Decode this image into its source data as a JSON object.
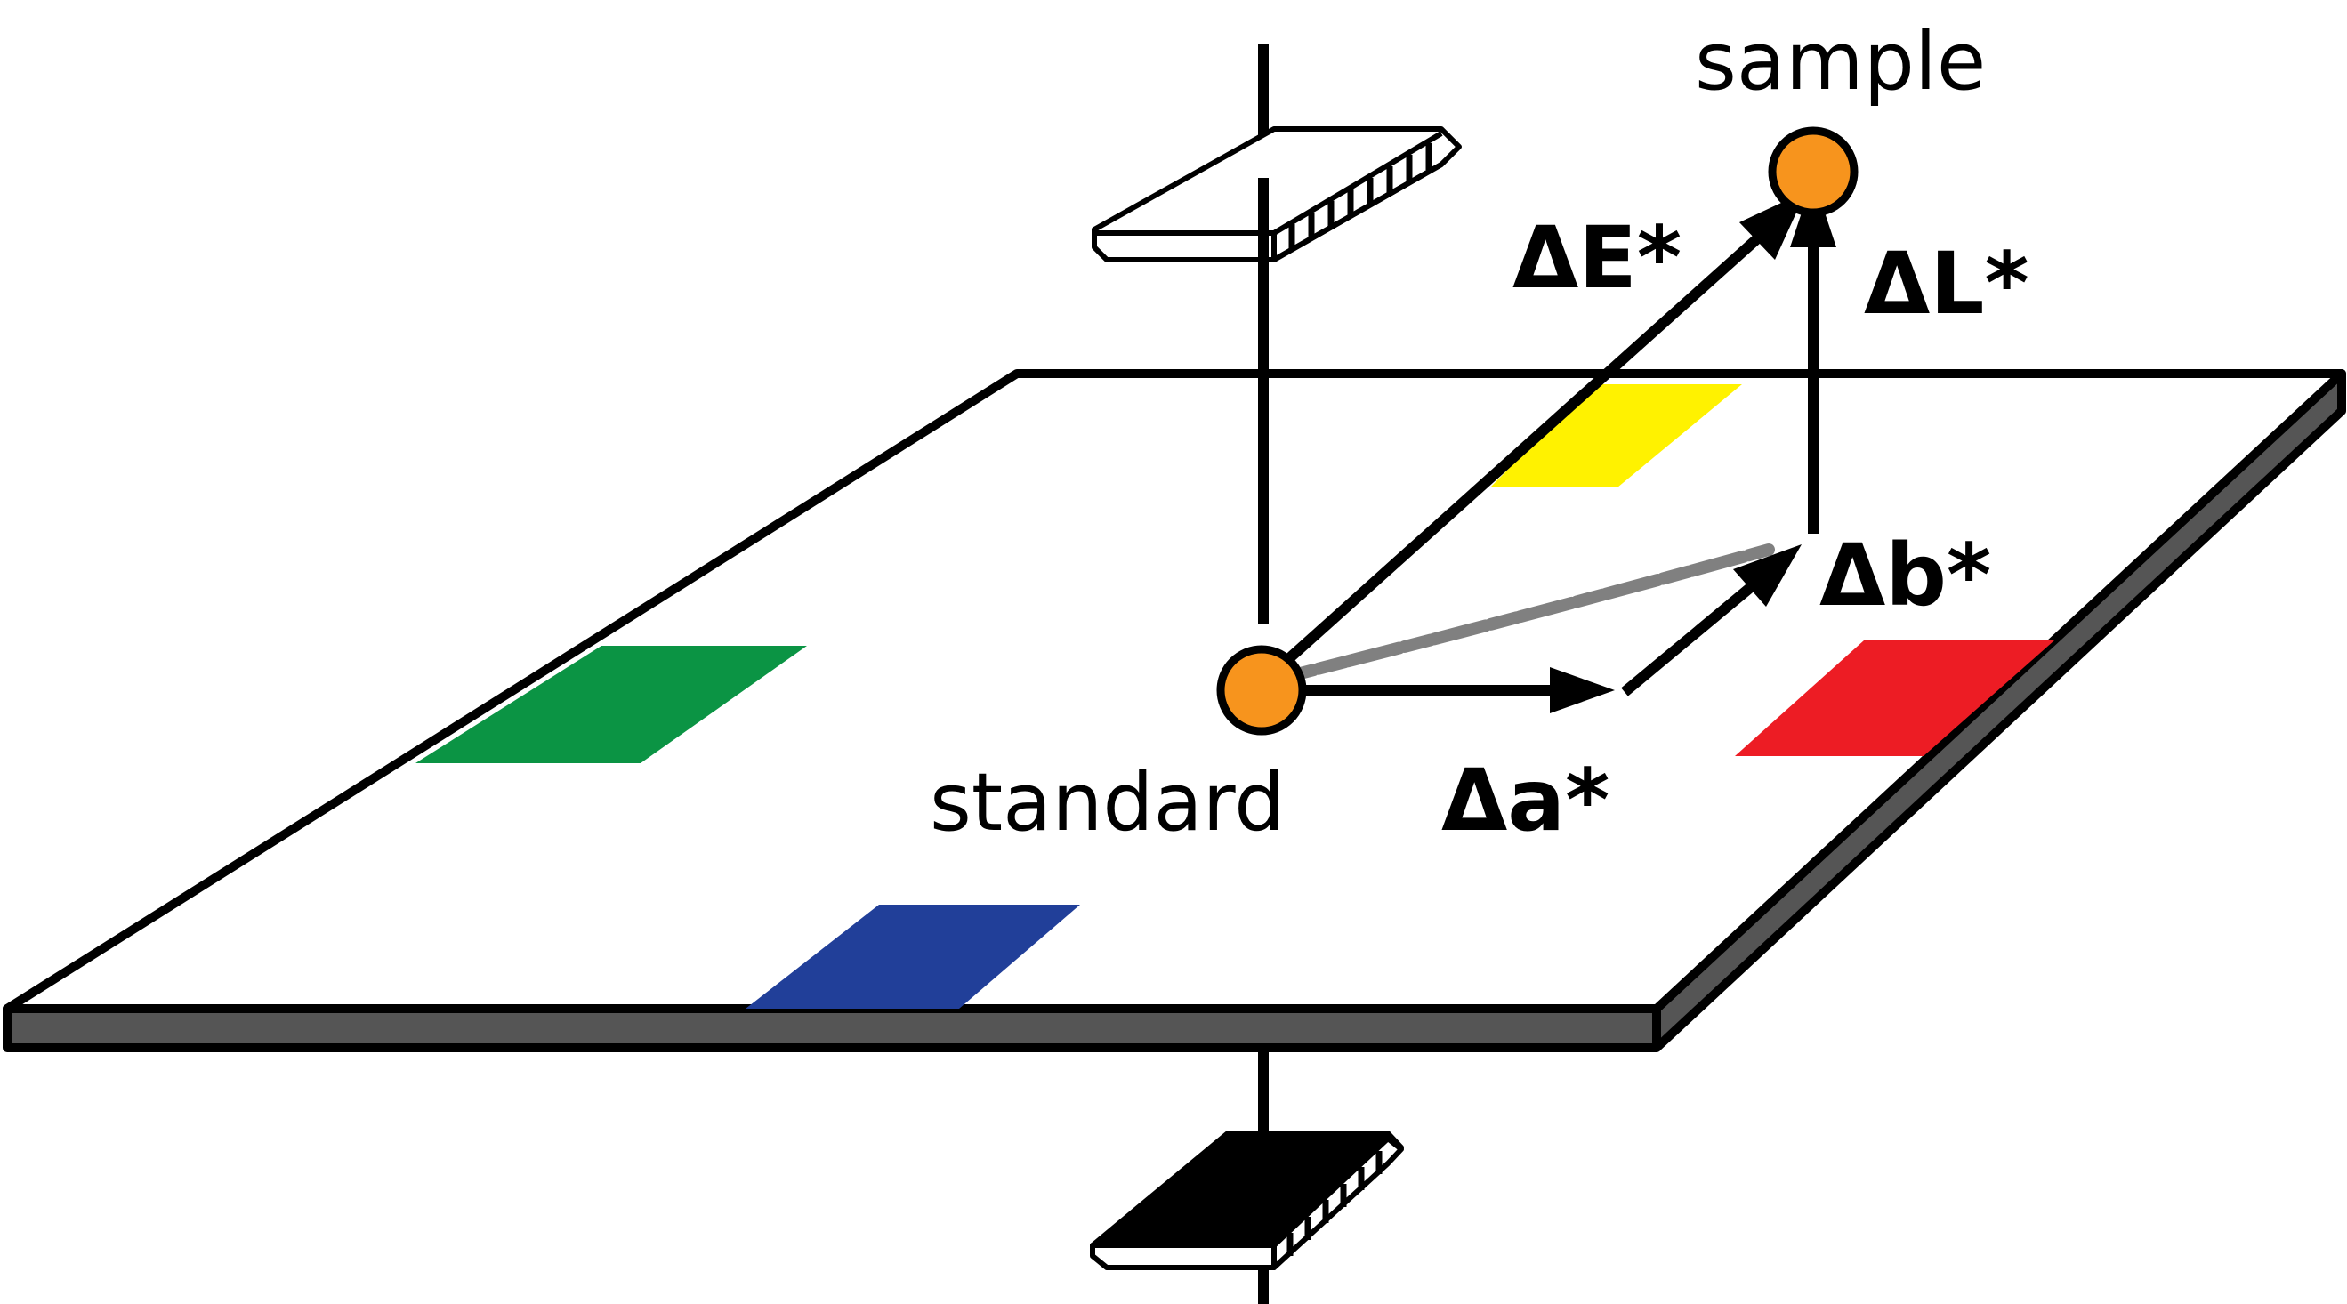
{
  "labels": {
    "sample": "sample",
    "standard": "standard",
    "delta_e": "ΔE*",
    "delta_l": "ΔL*",
    "delta_a": "Δa*",
    "delta_b": "Δb*"
  },
  "colors": {
    "plane_edge": "#555555",
    "point": "#f7941d",
    "green": "#0b9444",
    "blue": "#213f99",
    "yellow": "#fff200",
    "red": "#ed1c24",
    "projection_trace": "#808080",
    "outline": "#000000"
  },
  "icons": {
    "top_plate": "white-plate-icon",
    "bottom_plate": "black-plate-icon"
  }
}
